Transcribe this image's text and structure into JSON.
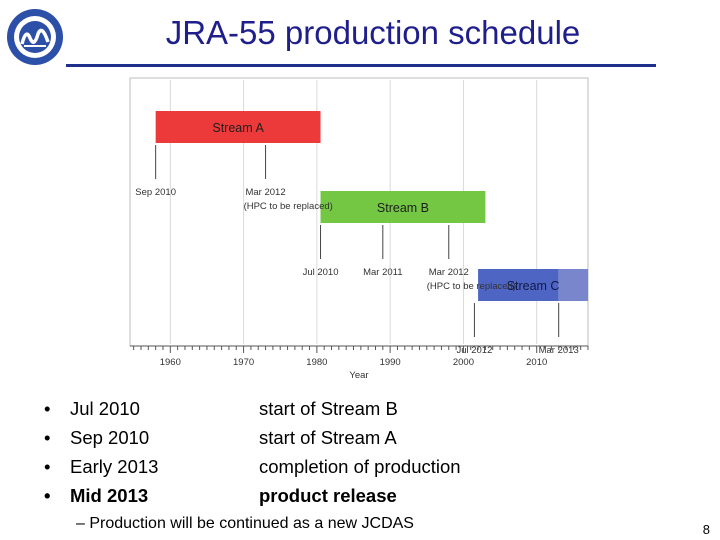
{
  "slide": {
    "title": "JRA-55 production schedule",
    "page_number": "8",
    "bullets": [
      {
        "bullet": "•",
        "date": "Jul 2010",
        "description": "start of Stream B",
        "bold": false
      },
      {
        "bullet": "•",
        "date": "Sep 2010",
        "description": "start of Stream A",
        "bold": false
      },
      {
        "bullet": "•",
        "date": "Early 2013",
        "description": "completion of production",
        "bold": false
      },
      {
        "bullet": "•",
        "date": "Mid 2013",
        "description": "product release",
        "bold": true
      }
    ],
    "subbullet": "– Production will be continued as a new JCDAS"
  },
  "chart_data": {
    "type": "timeline",
    "xlabel": "Year",
    "xlim": [
      1954.5,
      2017
    ],
    "xticks": [
      1960,
      1970,
      1980,
      1990,
      2000,
      2010
    ],
    "streams": [
      {
        "name": "Stream A",
        "start": 1958,
        "end": 1980.5,
        "color": "#ec3a3a",
        "label_color": "#1e1e1e",
        "markers": [
          {
            "x": 1958,
            "label": "Sep 2010",
            "note": ""
          },
          {
            "x": 1973,
            "label": "Mar 2012",
            "note": "(HPC to be replaced)"
          }
        ]
      },
      {
        "name": "Stream B",
        "start": 1980.5,
        "end": 2003,
        "color": "#73c743",
        "label_color": "#1e1e1e",
        "markers": [
          {
            "x": 1980.5,
            "label": "Jul 2010",
            "note": ""
          },
          {
            "x": 1989,
            "label": "Mar 2011",
            "note": ""
          },
          {
            "x": 1998,
            "label": "Mar 2012",
            "note": "(HPC to be replaced)"
          }
        ]
      },
      {
        "name": "Stream C",
        "start": 2002,
        "end": 2017,
        "color": "#4f65c4",
        "tail_color": "#7a86cc",
        "label_color": "#101a4a",
        "markers": [
          {
            "x": 2001.5,
            "label": "Jul 2012",
            "note": ""
          },
          {
            "x": 2013,
            "label": "Mar 2013",
            "note": ""
          }
        ]
      }
    ]
  }
}
